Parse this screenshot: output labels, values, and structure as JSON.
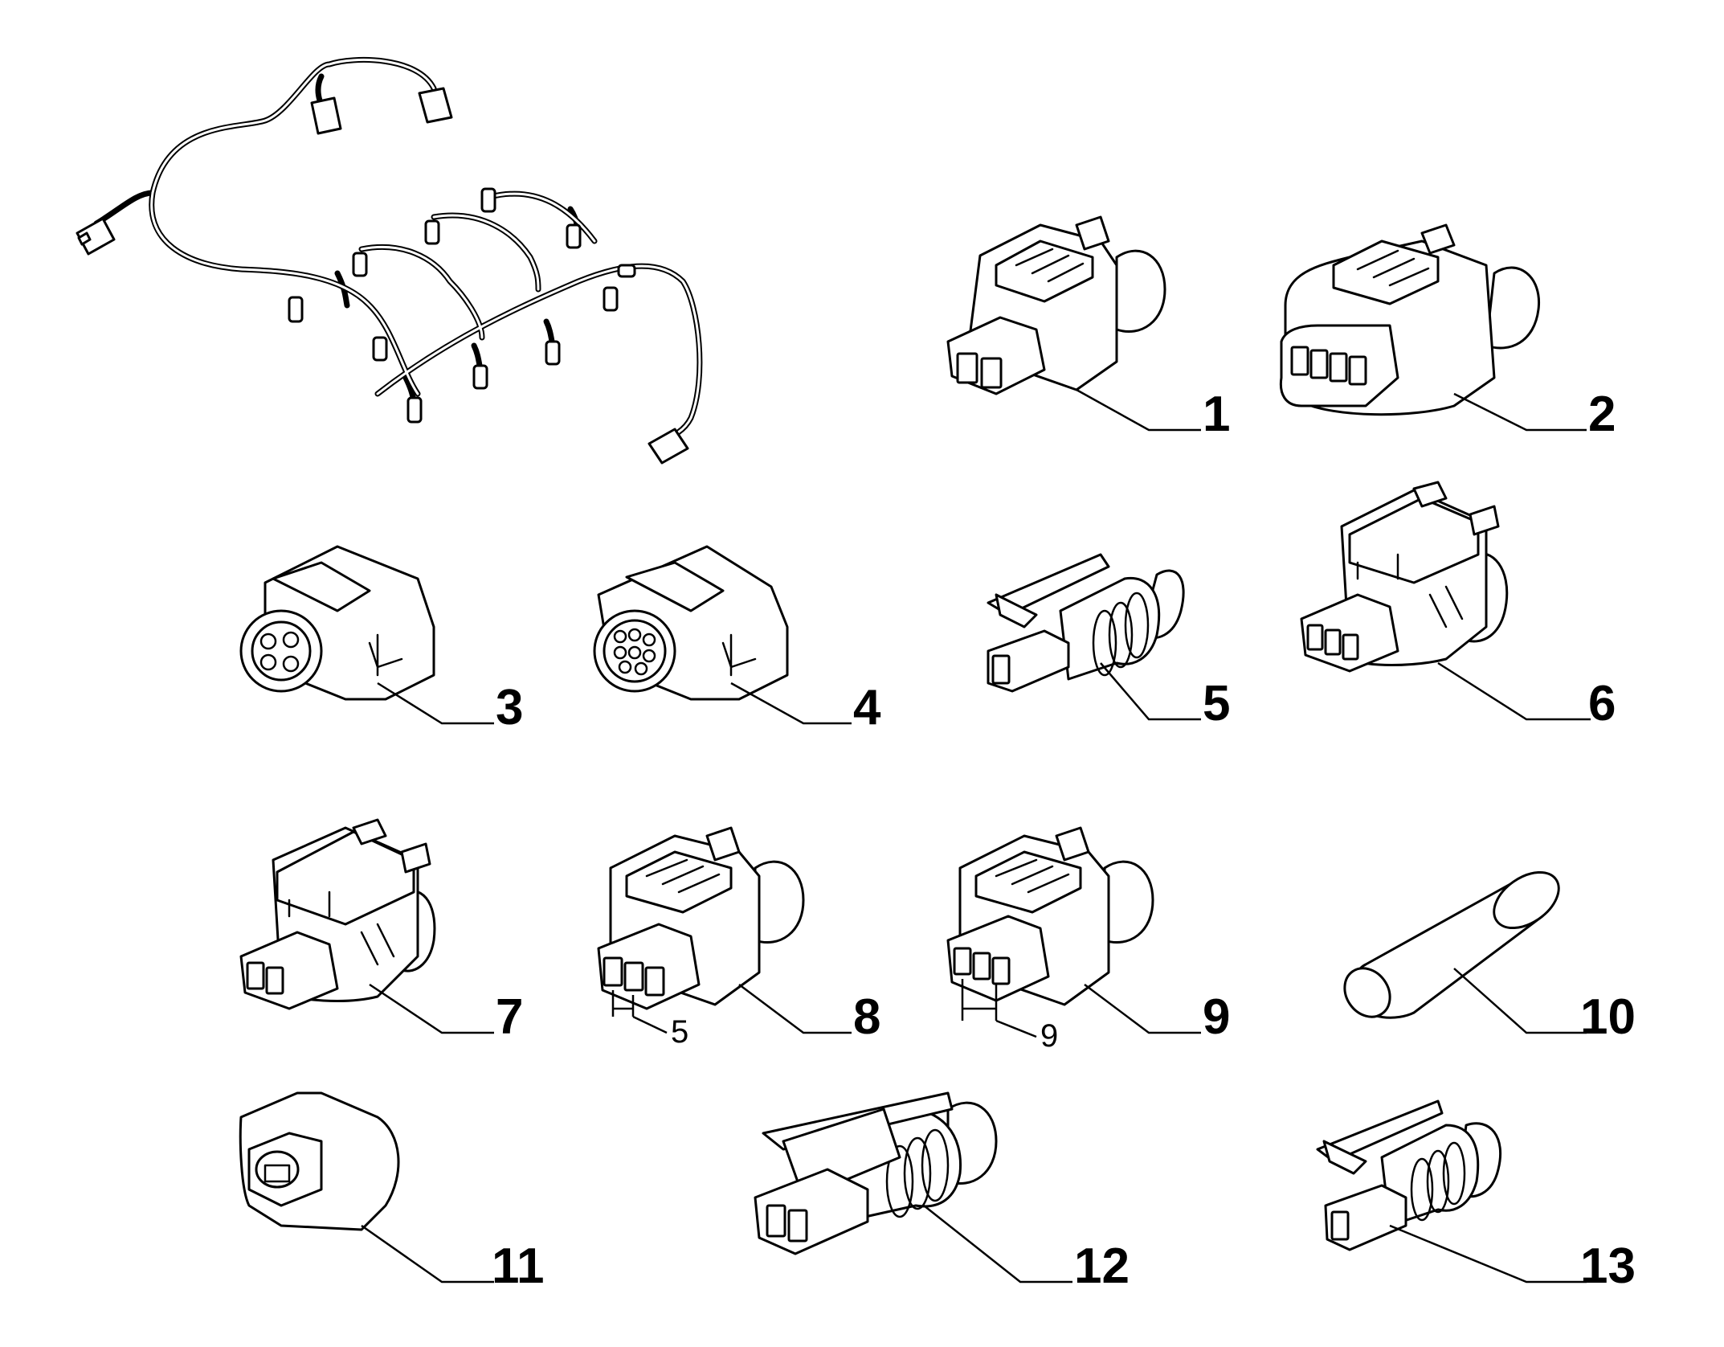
{
  "callouts": [
    "1",
    "2",
    "3",
    "4",
    "5",
    "6",
    "7",
    "8",
    "9",
    "10",
    "11",
    "12",
    "13"
  ],
  "dimensions": {
    "part_8_pitch": "5",
    "part_9_pitch": "9"
  },
  "colors": {
    "line": "#000000",
    "background": "#ffffff"
  }
}
